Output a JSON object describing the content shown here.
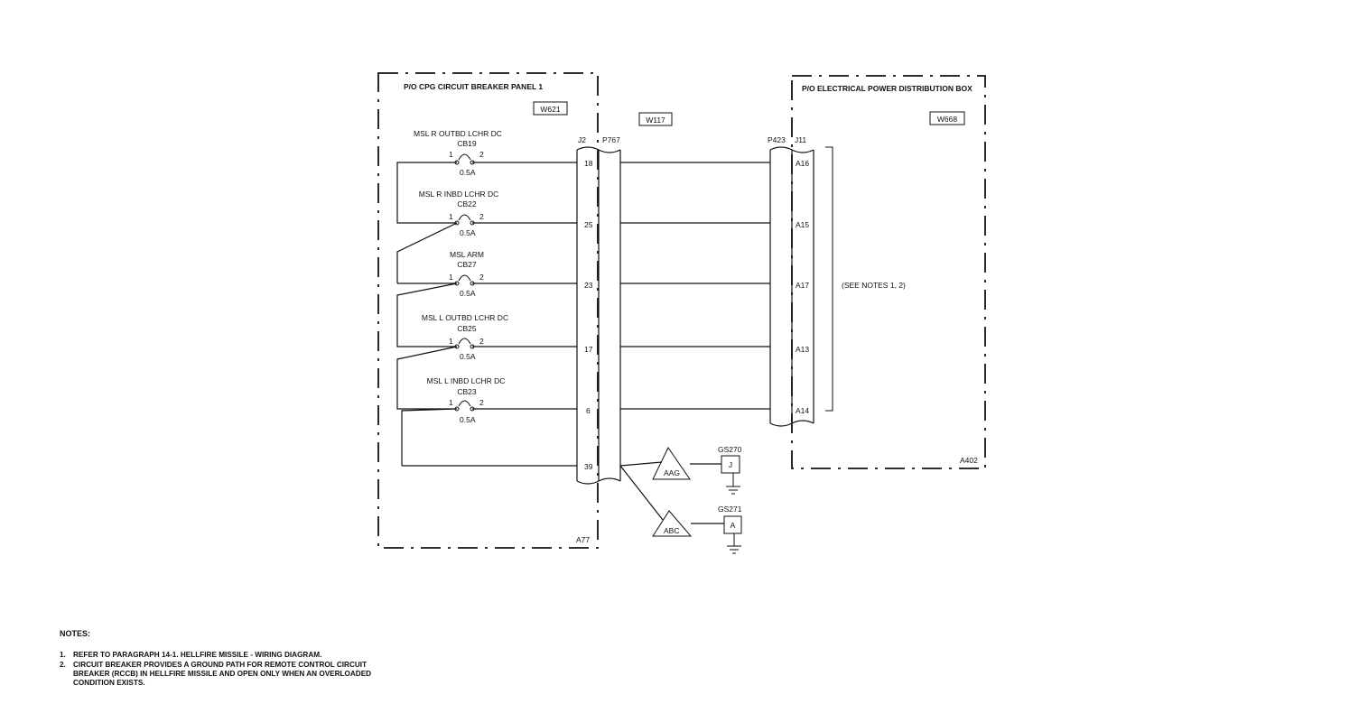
{
  "panel_left": {
    "title": "P/O CPG CIRCUIT BREAKER PANEL 1",
    "wire_tag": "W621",
    "ref": "A77"
  },
  "panel_right": {
    "title": "P/O ELECTRICAL POWER DISTRIBUTION BOX",
    "wire_tag": "W668",
    "ref": "A402"
  },
  "cable": {
    "tag": "W117"
  },
  "connectors": {
    "j2": "J2",
    "p767": "P767",
    "p423": "P423",
    "j11": "J11"
  },
  "breakers": [
    {
      "name": "MSL R OUTBD LCHR DC",
      "id": "CB19",
      "rating": "0.5A",
      "pin": "18",
      "far_pin": "A16"
    },
    {
      "name": "MSL R INBD LCHR DC",
      "id": "CB22",
      "rating": "0.5A",
      "pin": "25",
      "far_pin": "A15"
    },
    {
      "name": "MSL ARM",
      "id": "CB27",
      "rating": "0.5A",
      "pin": "23",
      "far_pin": "A17"
    },
    {
      "name": "MSL L OUTBD LCHR DC",
      "id": "CB25",
      "rating": "0.5A",
      "pin": "17",
      "far_pin": "A13"
    },
    {
      "name": "MSL L INBD LCHR DC",
      "id": "CB23",
      "rating": "0.5A",
      "pin": "6",
      "far_pin": "A14"
    }
  ],
  "terminal_1": "1",
  "terminal_2": "2",
  "ground_pin": "39",
  "grounds": [
    {
      "splice": "AAG",
      "id": "GS270",
      "stud": "J"
    },
    {
      "splice": "ABC",
      "id": "GS271",
      "stud": "A"
    }
  ],
  "see_notes": "(SEE NOTES 1, 2)",
  "notes": {
    "header": "NOTES:",
    "items": [
      {
        "num": "1.",
        "text": "REFER TO PARAGRAPH 14-1.  HELLFIRE MISSILE - WIRING DIAGRAM."
      },
      {
        "num": "2.",
        "text": "CIRCUIT BREAKER PROVIDES A GROUND PATH FOR REMOTE CONTROL CIRCUIT BREAKER (RCCB) IN HELLFIRE MISSILE AND OPEN ONLY WHEN AN OVERLOADED CONDITION EXISTS."
      }
    ]
  }
}
